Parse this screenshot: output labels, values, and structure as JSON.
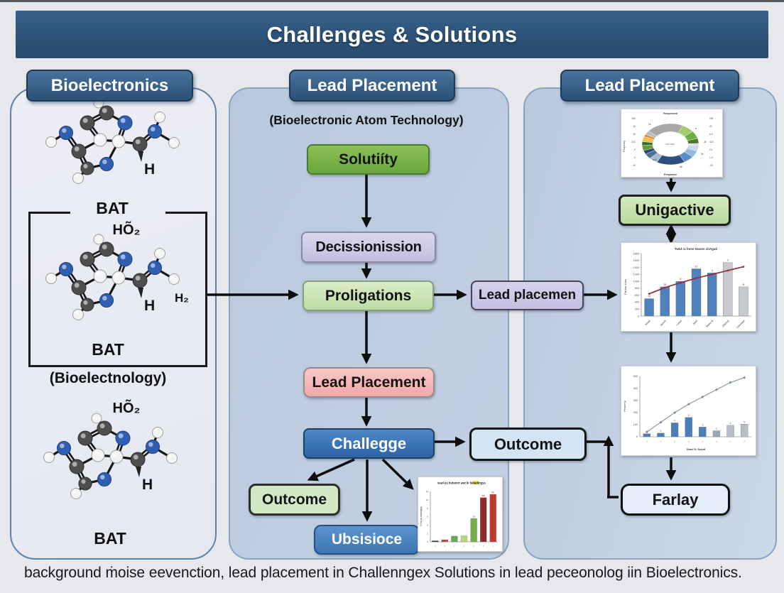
{
  "page": {
    "title": "Challenges & Solutions",
    "caption": "background ṁoise eevenction, lead placement in  Challenngex Solutions in lead peceonolog iin Bioelectronics."
  },
  "colors": {
    "banner": "#2d5378",
    "header_pill": "#34597f",
    "panel_blue": "#bfcde0",
    "panel_left": "#eaebf3",
    "node_green": "#77b24a",
    "node_light_green": "#c9e3b5",
    "node_lavender": "#cdc9e7",
    "node_pink": "#f3b9b8",
    "node_blue": "#3c76b4",
    "node_light_blue": "#d3e5f5",
    "node_pale_blue": "#e3eef9",
    "atom_carbon": "#4e4e4e",
    "atom_nitrogen": "#2f5fb3",
    "atom_hydrogen": "#f4f4f4",
    "arrow": "#0d0d0d"
  },
  "columns": {
    "left": {
      "header": "Bioelectronics",
      "mol1_label": "BAT",
      "bracket_top_label": "HÕ₂",
      "mol2_label": "BAT",
      "mol2_right_label": "H₂",
      "mol2_sub_label": "(Bioelectnology)",
      "mol3_top_label": "HÕ₂",
      "mol3_label": "BAT",
      "h_label": "H"
    },
    "middle": {
      "header": "Lead Placement",
      "subtitle": "(Bioelectronic Atom Technology)",
      "nodes": {
        "solutify": "Solutiíty",
        "decission": "Decissionission",
        "proligations": "Proligations",
        "lead_placemen": "Lead placemen",
        "lead_placement": "Lead Placement",
        "challegge": "Challegge",
        "outcome_side": "Outcome",
        "outcome_down": "Outcome",
        "ubsisioce": "Ubsisioce"
      }
    },
    "right": {
      "header": "Lead Placement",
      "nodes": {
        "unigactive": "Unigactive",
        "farlay": "Farlay"
      }
    }
  },
  "chart_data": [
    {
      "id": "donut",
      "type": "pie",
      "donut": true,
      "title_top": "Frequenced",
      "label_bottom": "Frequence",
      "ylabel_left": "Frequency",
      "center_label": "uud wuu.",
      "left_ticks": [
        "100",
        "1b",
        "40",
        "2C0",
        "0",
        "-0",
        "-10"
      ],
      "right_ticks": [
        "200",
        "40",
        "6-0",
        "4C0",
        "C4",
        "1-0",
        "-40"
      ],
      "callouts": [
        "1£",
        "a",
        "J8",
        "2k",
        "d6",
        "a-d"
      ],
      "legend_position": "none",
      "start_angle_deg": -140,
      "segments": [
        {
          "value": 21,
          "color": "#a8a8a8"
        },
        {
          "value": 7,
          "color": "#a3cc70"
        },
        {
          "value": 6,
          "color": "#6fae45"
        },
        {
          "value": 4,
          "color": "#4a7c2d"
        },
        {
          "value": 2,
          "color": "#dcdce6"
        },
        {
          "value": 4,
          "color": "#c7d7ec"
        },
        {
          "value": 5,
          "color": "#93b9e0"
        },
        {
          "value": 6,
          "color": "#5b8ec7"
        },
        {
          "value": 16,
          "color": "#2e4f7d"
        },
        {
          "value": 5,
          "color": "#a9b9cb"
        },
        {
          "value": 4,
          "color": "#4a6d99"
        },
        {
          "value": 3,
          "color": "#2f4a6e"
        },
        {
          "value": 4,
          "color": "#5f9c3b"
        },
        {
          "value": 3,
          "color": "#3f6d28"
        },
        {
          "value": 4,
          "color": "#f0c04a"
        },
        {
          "value": 2,
          "color": "#e08a3a"
        },
        {
          "value": 3,
          "color": "#b9bec6"
        }
      ]
    },
    {
      "id": "bar-line",
      "type": "bar",
      "title": "Twtd ra hnne Danes chAgati",
      "ylabel": "Pid bw d tes",
      "categories": [
        "Jamel",
        "Jameb",
        "Lumel",
        "Jyiatl",
        "Batan B",
        "Jdanivd",
        "Cawdatel"
      ],
      "values": [
        500,
        840,
        1000,
        1360,
        1240,
        1540,
        840
      ],
      "bar_colors": [
        "#4f81bd",
        "#4f81bd",
        "#4f81bd",
        "#4f81bd",
        "#4f81bd",
        "#c6c9cd",
        "#c6c9cd"
      ],
      "bar_labels": [
        "73",
        "19",
        "8",
        "11",
        "3",
        "2",
        "8"
      ],
      "line": {
        "color": "#8e3038",
        "values": [
          640,
          820,
          960,
          1090,
          1200,
          1310,
          1420
        ]
      },
      "ylim": [
        0,
        1800
      ],
      "grid": false,
      "y_ticks": [
        "1800",
        "1600",
        "1400",
        "1200",
        "1000",
        "800",
        "600",
        "400",
        "200",
        "0"
      ]
    },
    {
      "id": "pareto",
      "type": "bar",
      "xlabel": "Smcl % Sctvtl",
      "ylabel": "Peica+ng",
      "categories": [
        "/",
        "/",
        "/",
        "/",
        "/",
        "/",
        "/",
        "/"
      ],
      "values": [
        25,
        30,
        115,
        160,
        80,
        50,
        95,
        105
      ],
      "bar_colors": [
        "#4a7ebb",
        "#4a7ebb",
        "#4a7ebb",
        "#4a7ebb",
        "#4a7ebb",
        "#9aa7b5",
        "#b9bec5",
        "#b9bec5"
      ],
      "bar_labels": [
        "2",
        "1",
        "4",
        "5",
        "3",
        "2",
        "4",
        "5"
      ],
      "line": {
        "color": "#8c99a8",
        "values": [
          40,
          120,
          200,
          270,
          330,
          390,
          450,
          490
        ]
      },
      "ylim": [
        0,
        500
      ],
      "grid": false,
      "y_ticks": [
        "500",
        "400",
        "300",
        "200",
        "100",
        "0"
      ]
    },
    {
      "id": "mini-bar",
      "type": "bar",
      "title": "Iead-ya hutatort awt III betadingys",
      "ylabel": "IH ba ka bawangay",
      "categories": [
        "/",
        "/",
        "/",
        "/",
        "/",
        "/",
        "/"
      ],
      "values": [
        0.3,
        0.6,
        1.6,
        1.7,
        6.5,
        12.3,
        13.2
      ],
      "bar_colors": [
        "#1f3455",
        "#b94a48",
        "#6aa84f",
        "#b6d57f",
        "#76ad4b",
        "#8f2d2d",
        "#c0392b"
      ],
      "bar_labels": [
        "",
        "",
        "",
        "",
        "1a",
        "ba",
        "bb"
      ],
      "ylim": [
        0,
        14
      ],
      "grid": false,
      "y_ticks": [
        "12",
        "10",
        "8",
        "6",
        "4",
        "2",
        "0"
      ]
    }
  ]
}
